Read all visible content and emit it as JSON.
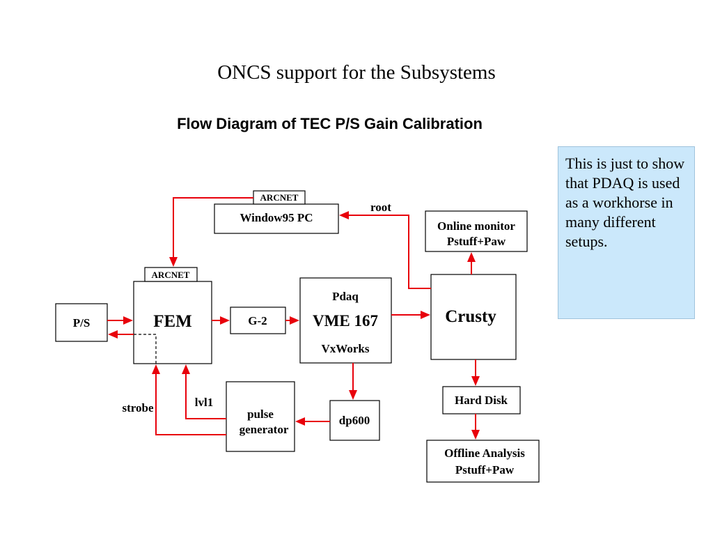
{
  "slide_title": "ONCS support for the Subsystems",
  "diagram_title": "Flow Diagram of TEC P/S Gain Calibration",
  "note_text": "This is just to show that PDAQ is used as a workhorse in many different setups.",
  "nodes": {
    "ps": "P/S",
    "fem": "FEM",
    "arcnet_fem": "ARCNET",
    "arcnet_pc": "ARCNET",
    "window95pc": "Window95 PC",
    "g2": "G-2",
    "pdaq_line1": "Pdaq",
    "pdaq_line2": "VME 167",
    "pdaq_line3": "VxWorks",
    "crusty": "Crusty",
    "online_line1": "Online monitor",
    "online_line2": "Pstuff+Paw",
    "harddisk": "Hard Disk",
    "offline_line1": "Offline Analysis",
    "offline_line2": "Pstuff+Paw",
    "dp600": "dp600",
    "pulse_line1": "pulse",
    "pulse_line2": "generator"
  },
  "edge_labels": {
    "root": "root",
    "strobe": "strobe",
    "lvl1": "lvl1"
  },
  "colors": {
    "arrow": "#e8000b",
    "note_background": "#cbe8fb"
  }
}
